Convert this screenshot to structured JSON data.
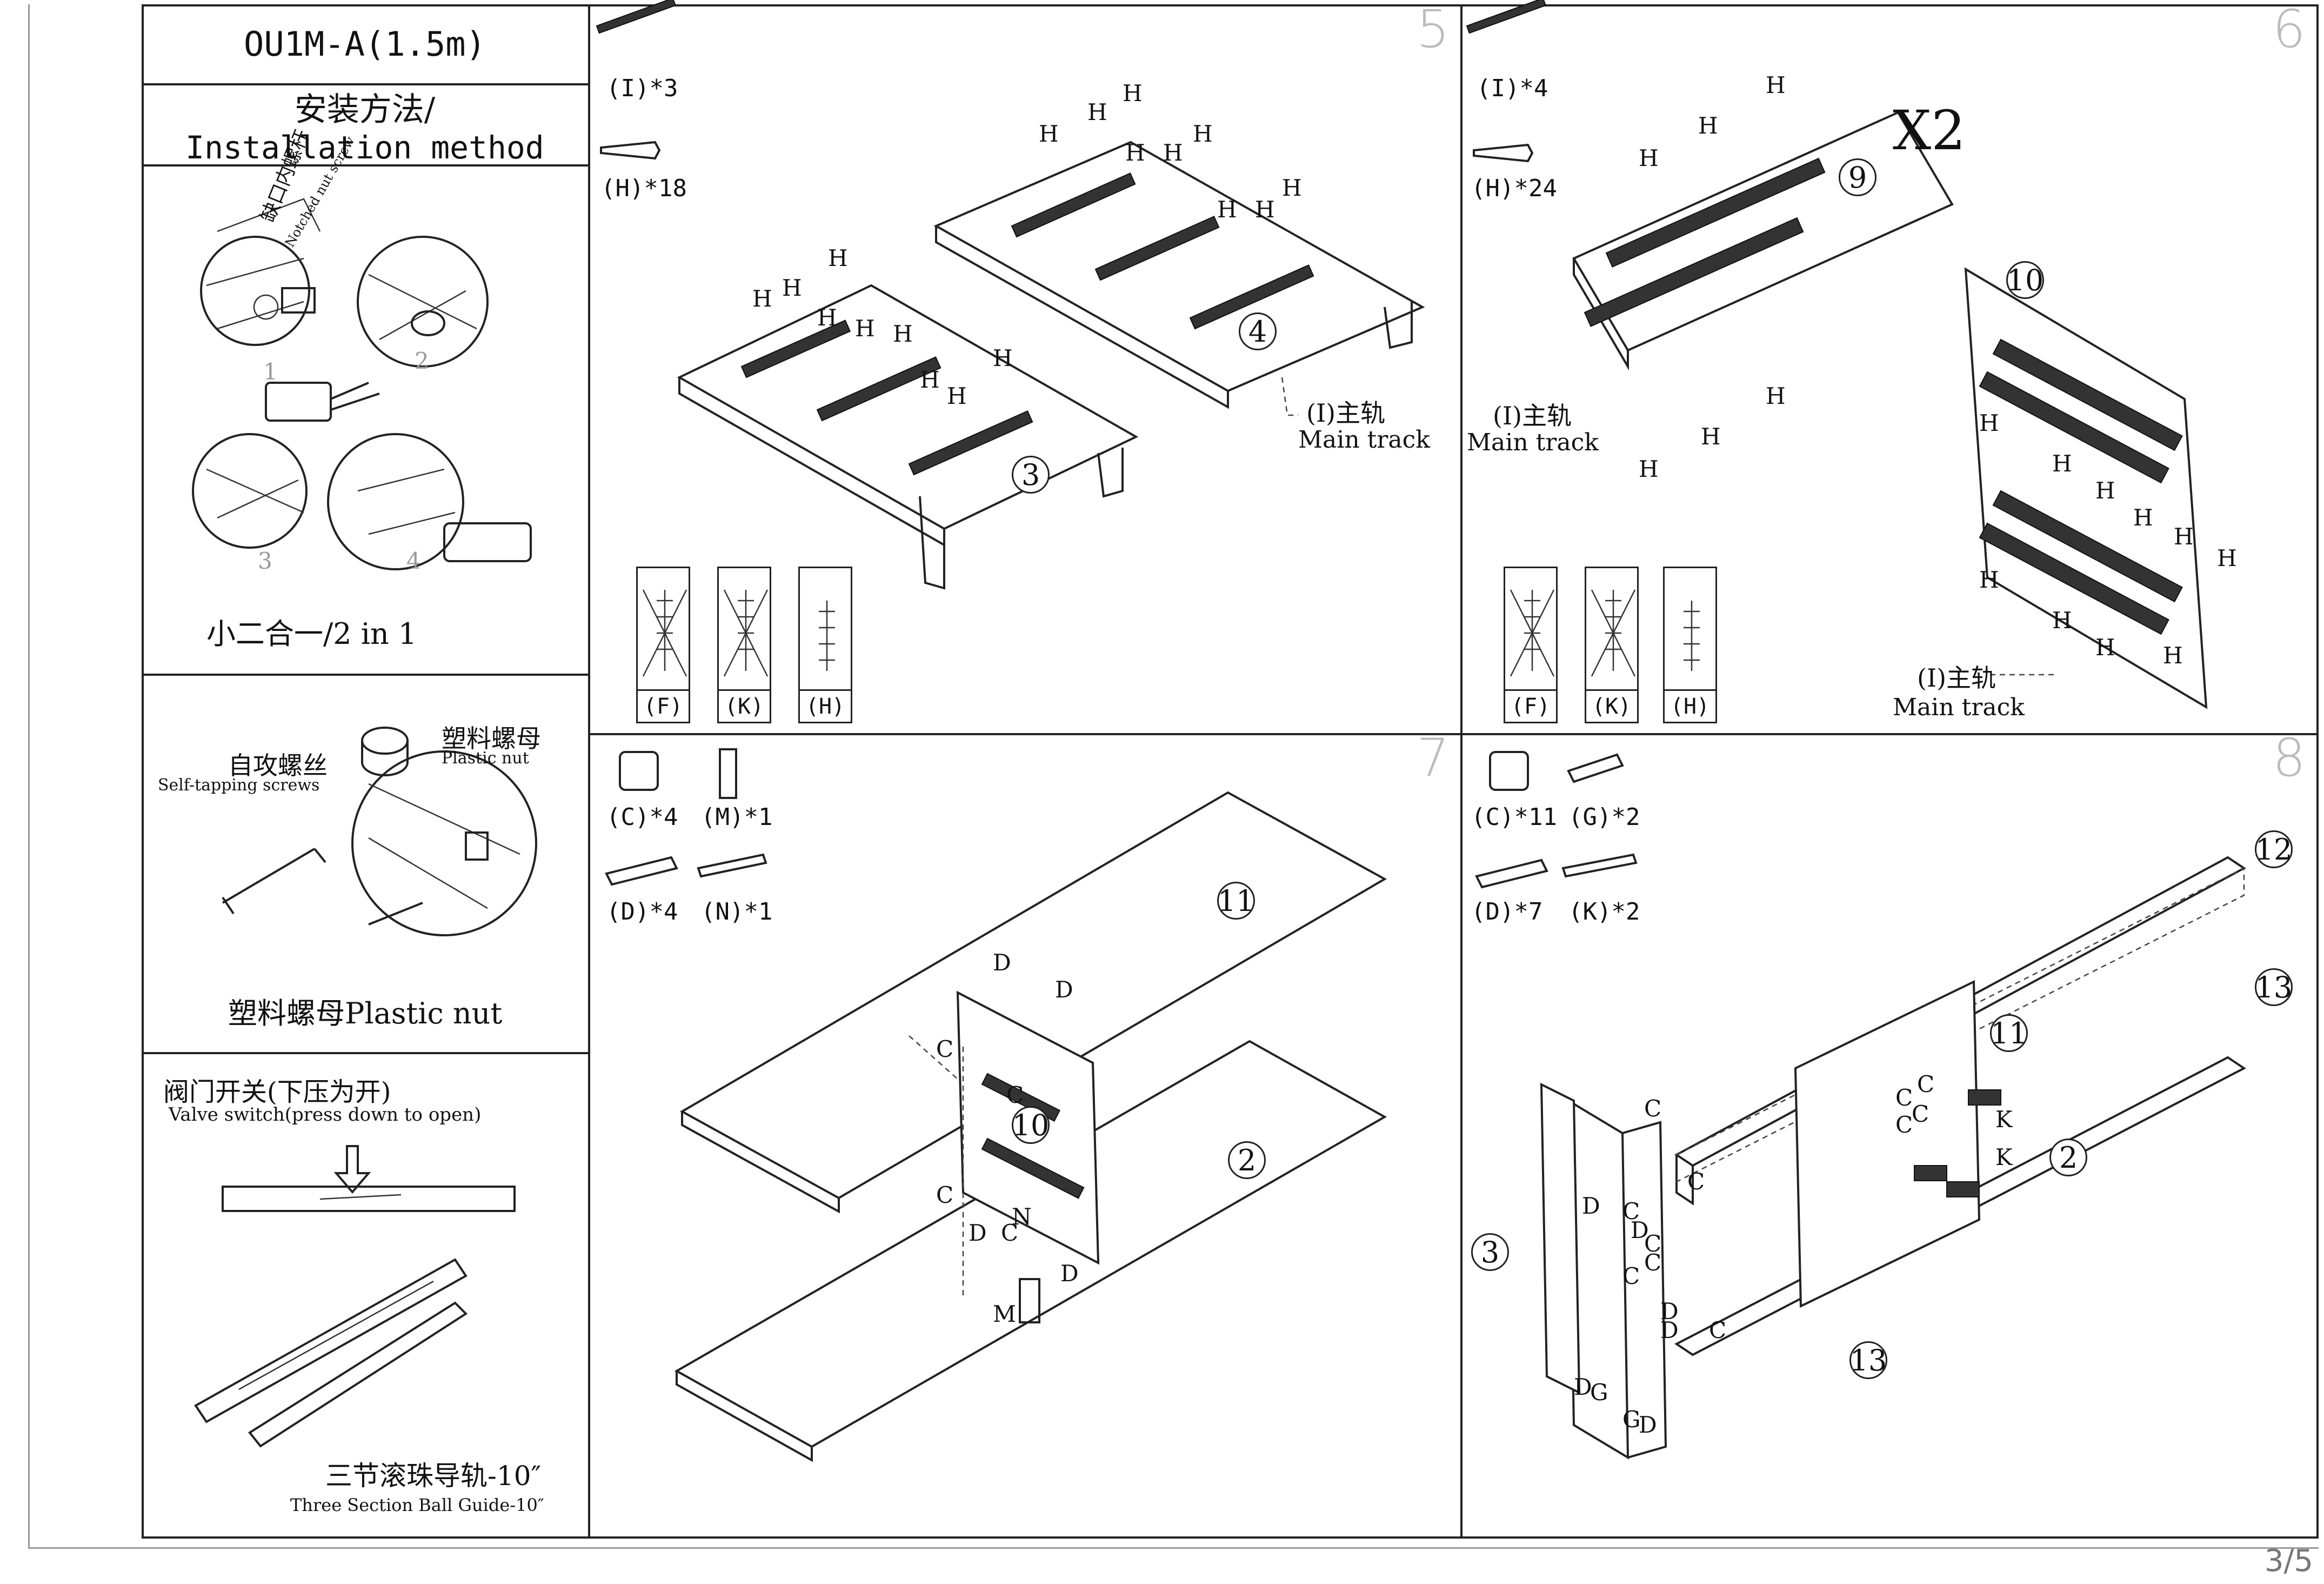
{
  "left": {
    "model": "OU1M-A(1.5m)",
    "method_cn": "安装方法/",
    "method_en": "Installation method",
    "notched_cn": "缺口内螺杆",
    "notched_en": "Notched nut screw",
    "steps": [
      "1",
      "2",
      "3",
      "4"
    ],
    "two_in_one": "小二合一/2 in 1",
    "plastic_nut_cn": "塑料螺母",
    "plastic_nut_en": "Plastic nut",
    "self_tap_cn": "自攻螺丝",
    "self_tap_en": "Self-tapping screws",
    "plastic_nut_caption": "塑料螺母Plastic nut",
    "valve_cn": "阀门开关(下压为开)",
    "valve_en": "Valve switch(press down to open)",
    "ball_guide_cn": "三节滚珠导轨-10″",
    "ball_guide_en": "Three Section Ball Guide-10″"
  },
  "panel5": {
    "num": "5",
    "parts": [
      "(I)*3",
      "(H)*18"
    ],
    "labels": [
      "H",
      "H",
      "H",
      "H",
      "H",
      "H",
      "H",
      "H",
      "H",
      "H",
      "H",
      "H",
      "H",
      "H",
      "H",
      "H",
      "H",
      "H"
    ],
    "circ": [
      "3",
      "4"
    ],
    "main_cn": "(I)主轨",
    "main_en": "Main track",
    "screws": [
      "(F)",
      "(K)",
      "(H)"
    ]
  },
  "panel6": {
    "num": "6",
    "parts": [
      "(I)*4",
      "(H)*24"
    ],
    "x2": "X2",
    "labels": [
      "H",
      "H",
      "H",
      "H",
      "H",
      "H",
      "H",
      "H",
      "H",
      "H",
      "H",
      "H",
      "H",
      "H",
      "H",
      "H"
    ],
    "circ": [
      "9",
      "10"
    ],
    "main_cn": "(I)主轨",
    "main_en": "Main track",
    "main2_cn": "(I)主轨",
    "main2_en": "Main track",
    "screws": [
      "(F)",
      "(K)",
      "(H)"
    ]
  },
  "panel7": {
    "num": "7",
    "parts": [
      "(C)*4",
      "(M)*1",
      "(D)*4",
      "(N)*1"
    ],
    "labels": [
      "D",
      "D",
      "C",
      "C",
      "C",
      "D",
      "C",
      "N",
      "D",
      "M"
    ],
    "circ": [
      "11",
      "10",
      "2"
    ]
  },
  "panel8": {
    "num": "8",
    "parts": [
      "(C)*11",
      "(G)*2",
      "(D)*7",
      "(K)*2"
    ],
    "labels": [
      "C",
      "C",
      "C",
      "C",
      "C",
      "K",
      "K",
      "C",
      "D",
      "C",
      "D",
      "C",
      "C",
      "C",
      "D",
      "D",
      "C",
      "D",
      "G",
      "G",
      "D"
    ],
    "circ": [
      "12",
      "13",
      "11",
      "2",
      "3",
      "13"
    ]
  },
  "page": "3/5"
}
